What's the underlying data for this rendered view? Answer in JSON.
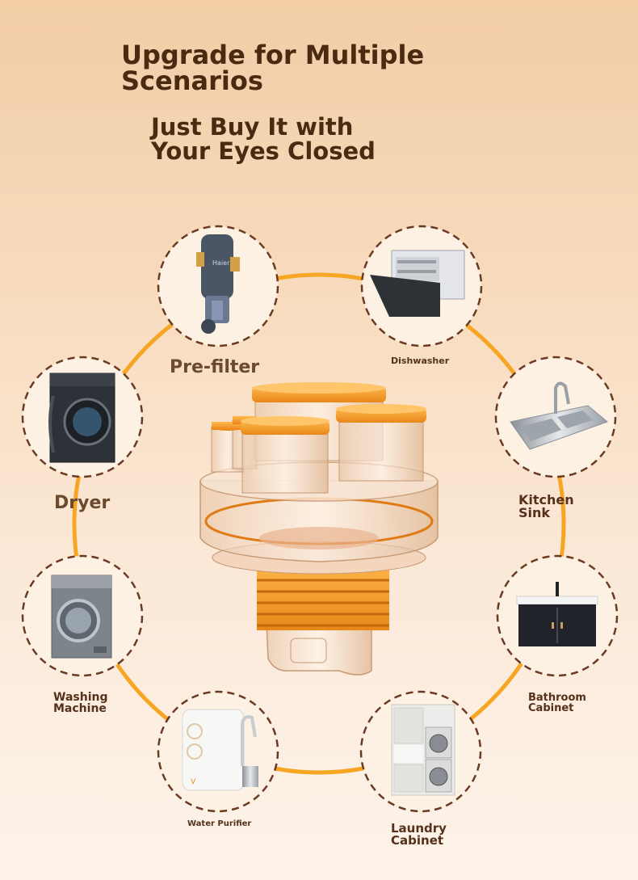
{
  "title": "Upgrade for Multiple\n Scenarios",
  "subtitle": "Just Buy It with\n Your Eyes Closed",
  "scenarios": [
    {
      "label": "Pre-filter",
      "icon": "pre-filter-icon"
    },
    {
      "label": "Dishwasher",
      "icon": "dishwasher-icon"
    },
    {
      "label": "Kitchen\n Sink",
      "icon": "kitchen-sink-icon"
    },
    {
      "label": "Bathroom\n Cabinet",
      "icon": "bathroom-cabinet-icon"
    },
    {
      "label": "Laundry\n Cabinet",
      "icon": "laundry-cabinet-icon"
    },
    {
      "label": "Water Purifier",
      "icon": "water-purifier-icon"
    },
    {
      "label": "Washing\n Machine",
      "icon": "washing-machine-icon"
    },
    {
      "label": "Dryer",
      "icon": "dryer-icon"
    }
  ],
  "brand_text": "Haier",
  "colors": {
    "ring": "#f6a623",
    "circle_border": "#6b3a22",
    "text": "#4a2a10",
    "product_orange": "#f29a24"
  }
}
